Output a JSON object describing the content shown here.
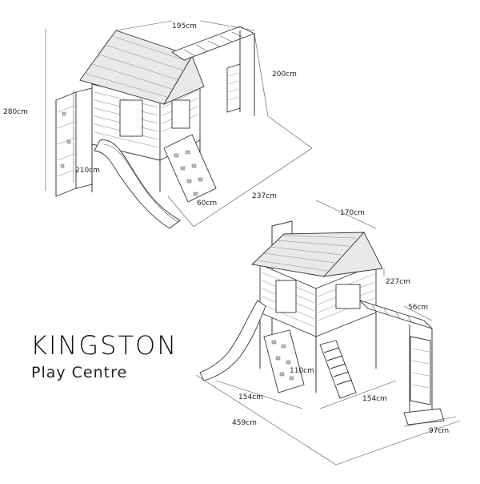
{
  "product": {
    "name": "KINGSTON",
    "subtitle": "Play Centre"
  },
  "dimensions": {
    "view1": {
      "top_width": "195cm",
      "bar_height": "200cm",
      "total_height": "280cm",
      "deck_height": "210cm",
      "length": "237cm",
      "wall_width": "60cm"
    },
    "view2": {
      "top_width": "170cm",
      "bar_height": "227cm",
      "bar_width": "56cm",
      "floor_height": "110cm",
      "side_a": "154cm",
      "side_b": "154cm",
      "total_length": "459cm",
      "end_depth": "97cm"
    }
  },
  "colors": {
    "line": "#333333",
    "roof": "#e9e9e9",
    "grip": "#bdbdbd"
  }
}
